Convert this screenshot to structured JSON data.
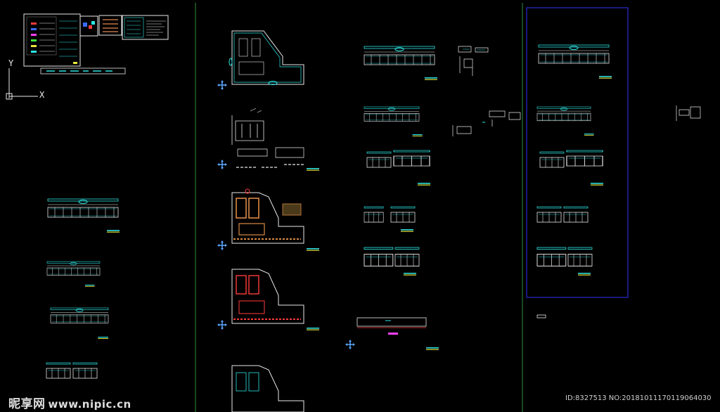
{
  "window": {
    "type": "CAD model space (dark)"
  },
  "ucs": {
    "y_label": "Y",
    "x_label": "X"
  },
  "colors": {
    "background": "#000000",
    "divider": "#2f8f3a",
    "line_cyan": "#2ee6e6",
    "line_white": "#e8e8e8",
    "accent_red": "#ff3b3b",
    "accent_yellow": "#e8e53c",
    "accent_blue": "#3a6bff",
    "hatch_orange": "#d98a45",
    "viewport_frame": "#2b2bd0"
  },
  "icons": [
    "pan-cross-icon"
  ],
  "watermark": {
    "cn": "昵享网",
    "url": "www.nipic.cn"
  },
  "image_info": "ID:8327513 NO:20181011170119064030"
}
